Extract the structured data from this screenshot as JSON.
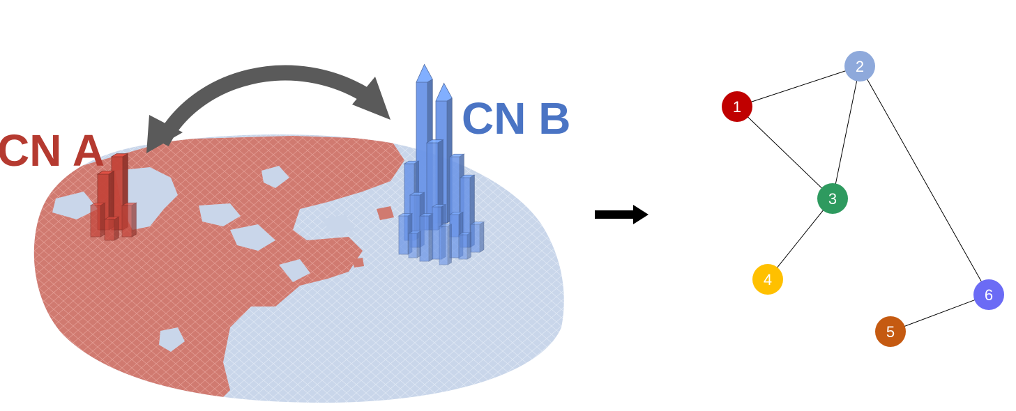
{
  "left_panel": {
    "label_a": "CN A",
    "label_b": "CN B",
    "colors": {
      "region_a": "#d07a70",
      "region_b": "#c9d6ea",
      "label_a": "#b53a30",
      "label_b": "#4a74c4",
      "bars_a": "#c4453a",
      "bars_b": "#6b95e8",
      "swap_arrow": "#5a5a5a"
    }
  },
  "flow_arrow": {
    "icon": "right-arrow-icon",
    "color": "#000000"
  },
  "graph": {
    "nodes": [
      {
        "id": "1",
        "label": "1",
        "color": "#c00000"
      },
      {
        "id": "2",
        "label": "2",
        "color": "#8ea9db"
      },
      {
        "id": "3",
        "label": "3",
        "color": "#2e9a5f"
      },
      {
        "id": "4",
        "label": "4",
        "color": "#ffc000"
      },
      {
        "id": "5",
        "label": "5",
        "color": "#c55a11"
      },
      {
        "id": "6",
        "label": "6",
        "color": "#6b6bf5"
      }
    ],
    "edges": [
      [
        "1",
        "2"
      ],
      [
        "1",
        "3"
      ],
      [
        "2",
        "3"
      ],
      [
        "2",
        "6"
      ],
      [
        "3",
        "4"
      ],
      [
        "5",
        "6"
      ]
    ]
  }
}
